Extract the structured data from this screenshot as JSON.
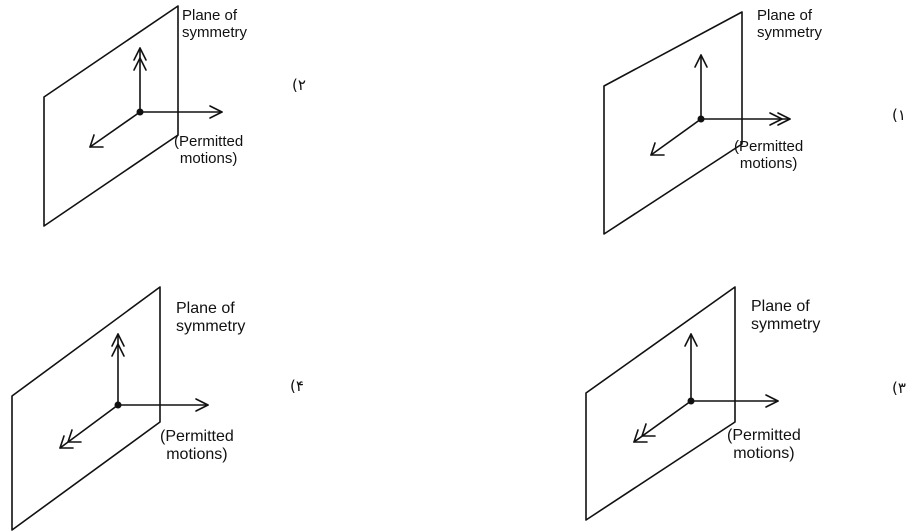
{
  "panels": [
    {
      "id": "p1",
      "number": "(۱",
      "plane_label": [
        "Plane of",
        "symmetry"
      ],
      "motions_label": [
        "(Permitted",
        "motions)"
      ],
      "arrows": {
        "up": "single",
        "right": "double",
        "diag": "single"
      }
    },
    {
      "id": "p2",
      "number": "(۲",
      "plane_label": [
        "Plane of",
        "symmetry"
      ],
      "motions_label": [
        "(Permitted",
        "motions)"
      ],
      "arrows": {
        "up": "double",
        "right": "single",
        "diag": "single"
      }
    },
    {
      "id": "p3",
      "number": "(۳",
      "plane_label": [
        "Plane of",
        "symmetry"
      ],
      "motions_label": [
        "(Permitted",
        "motions)"
      ],
      "arrows": {
        "up": "single",
        "right": "single",
        "diag": "double"
      }
    },
    {
      "id": "p4",
      "number": "(۴",
      "plane_label": [
        "Plane of",
        "symmetry"
      ],
      "motions_label": [
        "(Permitted",
        "motions)"
      ],
      "arrows": {
        "up": "double",
        "right": "single",
        "diag": "double"
      }
    }
  ]
}
